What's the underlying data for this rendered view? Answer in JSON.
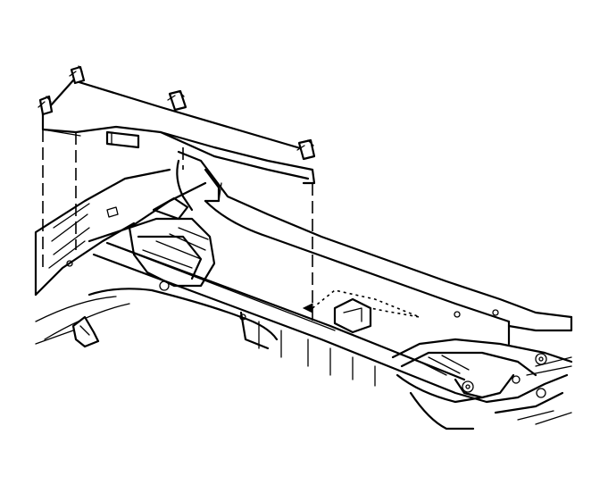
{
  "figure": {
    "type": "line-art technical illustration",
    "colors": {
      "ink": "#000000",
      "paper": "#ffffff"
    },
    "components": [
      "upper-panel",
      "clip",
      "cowl-frame",
      "engine-mount",
      "fasteners",
      "alignment-leaders"
    ],
    "clip_count": 4
  }
}
